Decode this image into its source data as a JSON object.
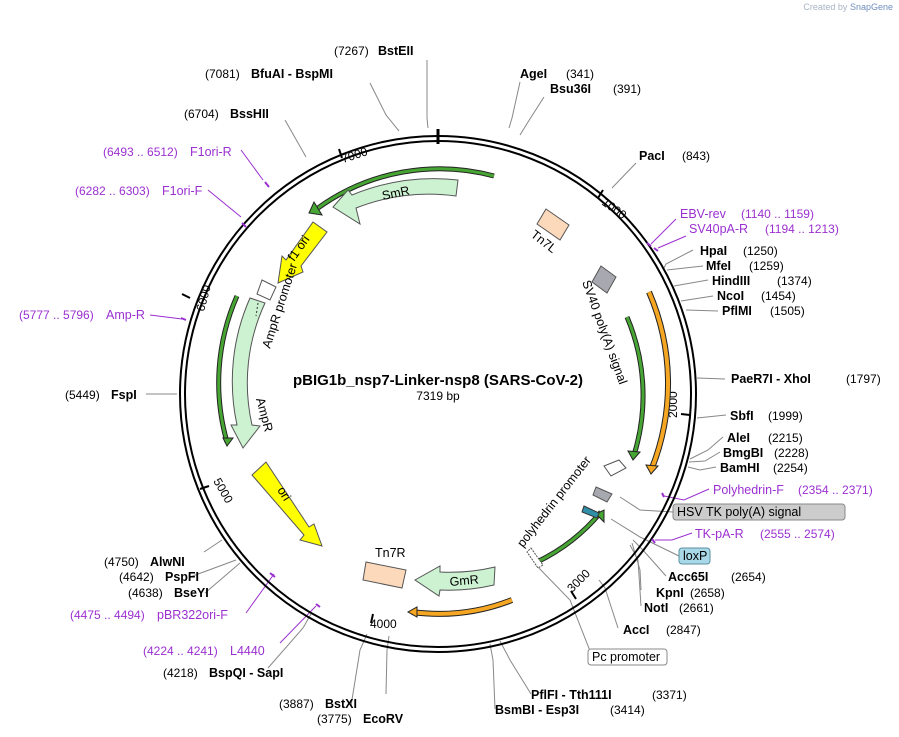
{
  "credit": {
    "prefix": "Created by",
    "brand": "SnapGene"
  },
  "plasmid": {
    "name": "pBIG1b_nsp7-Linker-nsp8 (SARS-CoV-2)",
    "size": "7319 bp"
  },
  "ticks": [
    "1000",
    "2000",
    "3000",
    "4000",
    "5000",
    "6000",
    "7000"
  ],
  "sites": {
    "bsteii": {
      "pos": "(7267)",
      "name": "BstEII"
    },
    "bfuai": {
      "pos": "(7081)",
      "name": "BfuAI  - BspMI"
    },
    "bsshii": {
      "pos": "(6704)",
      "name": "BssHII"
    },
    "agei": {
      "name": "AgeI",
      "pos": "(341)"
    },
    "bsu36i": {
      "name": "Bsu36I",
      "pos": "(391)"
    },
    "paci": {
      "name": "PacI",
      "pos": "(843)"
    },
    "hpai": {
      "name": "HpaI",
      "pos": "(1250)"
    },
    "mfei": {
      "name": "MfeI",
      "pos": "(1259)"
    },
    "hindiii": {
      "name": "HindIII",
      "pos": "(1374)"
    },
    "ncoi": {
      "name": "NcoI",
      "pos": "(1454)"
    },
    "pflmi": {
      "name": "PflMI",
      "pos": "(1505)"
    },
    "xhoi": {
      "name": "PaeR7I  - XhoI",
      "pos": "(1797)"
    },
    "sbfi": {
      "name": "SbfI",
      "pos": "(1999)"
    },
    "agei2": {
      "name": "AleI",
      "pos": "(2215)"
    },
    "bmgbi": {
      "name": "BmgBI",
      "pos": "(2228)"
    },
    "bamhi": {
      "name": "BamHI",
      "pos": "(2254)"
    },
    "acc65i": {
      "name": "Acc65I",
      "pos": "(2654)"
    },
    "kpni": {
      "name": "KpnI",
      "pos": "(2658)"
    },
    "noti": {
      "name": "NotI",
      "pos": "(2661)"
    },
    "acci": {
      "name": "AccI",
      "pos": "(2847)"
    },
    "pflfi": {
      "name": "PflFI  - Tth111I",
      "pos": "(3371)"
    },
    "bsmbi": {
      "name": "BsmBI  - Esp3I",
      "pos": "(3414)"
    },
    "fspi": {
      "pos": "(5449)",
      "name": "FspI"
    },
    "alwni": {
      "pos": "(4750)",
      "name": "AlwNI"
    },
    "pspfi": {
      "pos": "(4642)",
      "name": "PspFI"
    },
    "bseyi": {
      "pos": "(4638)",
      "name": "BseYI"
    },
    "bspqi": {
      "pos": "(4218)",
      "name": "BspQI  - SapI"
    },
    "bstxi": {
      "pos": "(3887)",
      "name": "BstXI"
    },
    "ecorv": {
      "pos": "(3775)",
      "name": "EcoRV"
    }
  },
  "primers": {
    "f1orir": {
      "pos": "(6493 .. 6512)",
      "name": "F1ori-R"
    },
    "f1orif": {
      "pos": "(6282 .. 6303)",
      "name": "F1ori-F"
    },
    "ampr": {
      "pos": "(5777 .. 5796)",
      "name": "Amp-R"
    },
    "pbr322": {
      "pos": "(4475 .. 4494)",
      "name": "pBR322ori-F"
    },
    "l4440": {
      "pos": "(4224 .. 4241)",
      "name": "L4440"
    },
    "ebvrev": {
      "name": "EBV-rev",
      "pos": "(1140 .. 1159)"
    },
    "sv40par": {
      "name": "SV40pA-R",
      "pos": "(1194 .. 1213)"
    },
    "polyhedrinf": {
      "name": "Polyhedrin-F",
      "pos": "(2354 .. 2371)"
    },
    "tkpar": {
      "name": "TK-pA-R",
      "pos": "(2555 .. 2574)"
    }
  },
  "boxed": {
    "hsvtk": "HSV TK poly(A) signal",
    "loxp": "loxP",
    "pc": "Pc promoter"
  },
  "features": {
    "smr": "SmR",
    "tn7l": "Tn7L",
    "f1ori": "f1 ori",
    "amprpromoter": "AmpR promoter",
    "ampr": "AmpR",
    "ori": "ori",
    "tn7r": "Tn7R",
    "gmr": "GmR",
    "sv40": "SV40 poly(A) signal",
    "polyhedrin": "polyhedrin promoter"
  },
  "colors": {
    "primer": "#9b30d0",
    "resistance": "#ccf2d2",
    "origin": "#ffff00",
    "transposon": "#fdd9bc",
    "polya": "#a8a8b0",
    "orange_orf": "#f5a623",
    "green_orf": "#47a533"
  }
}
